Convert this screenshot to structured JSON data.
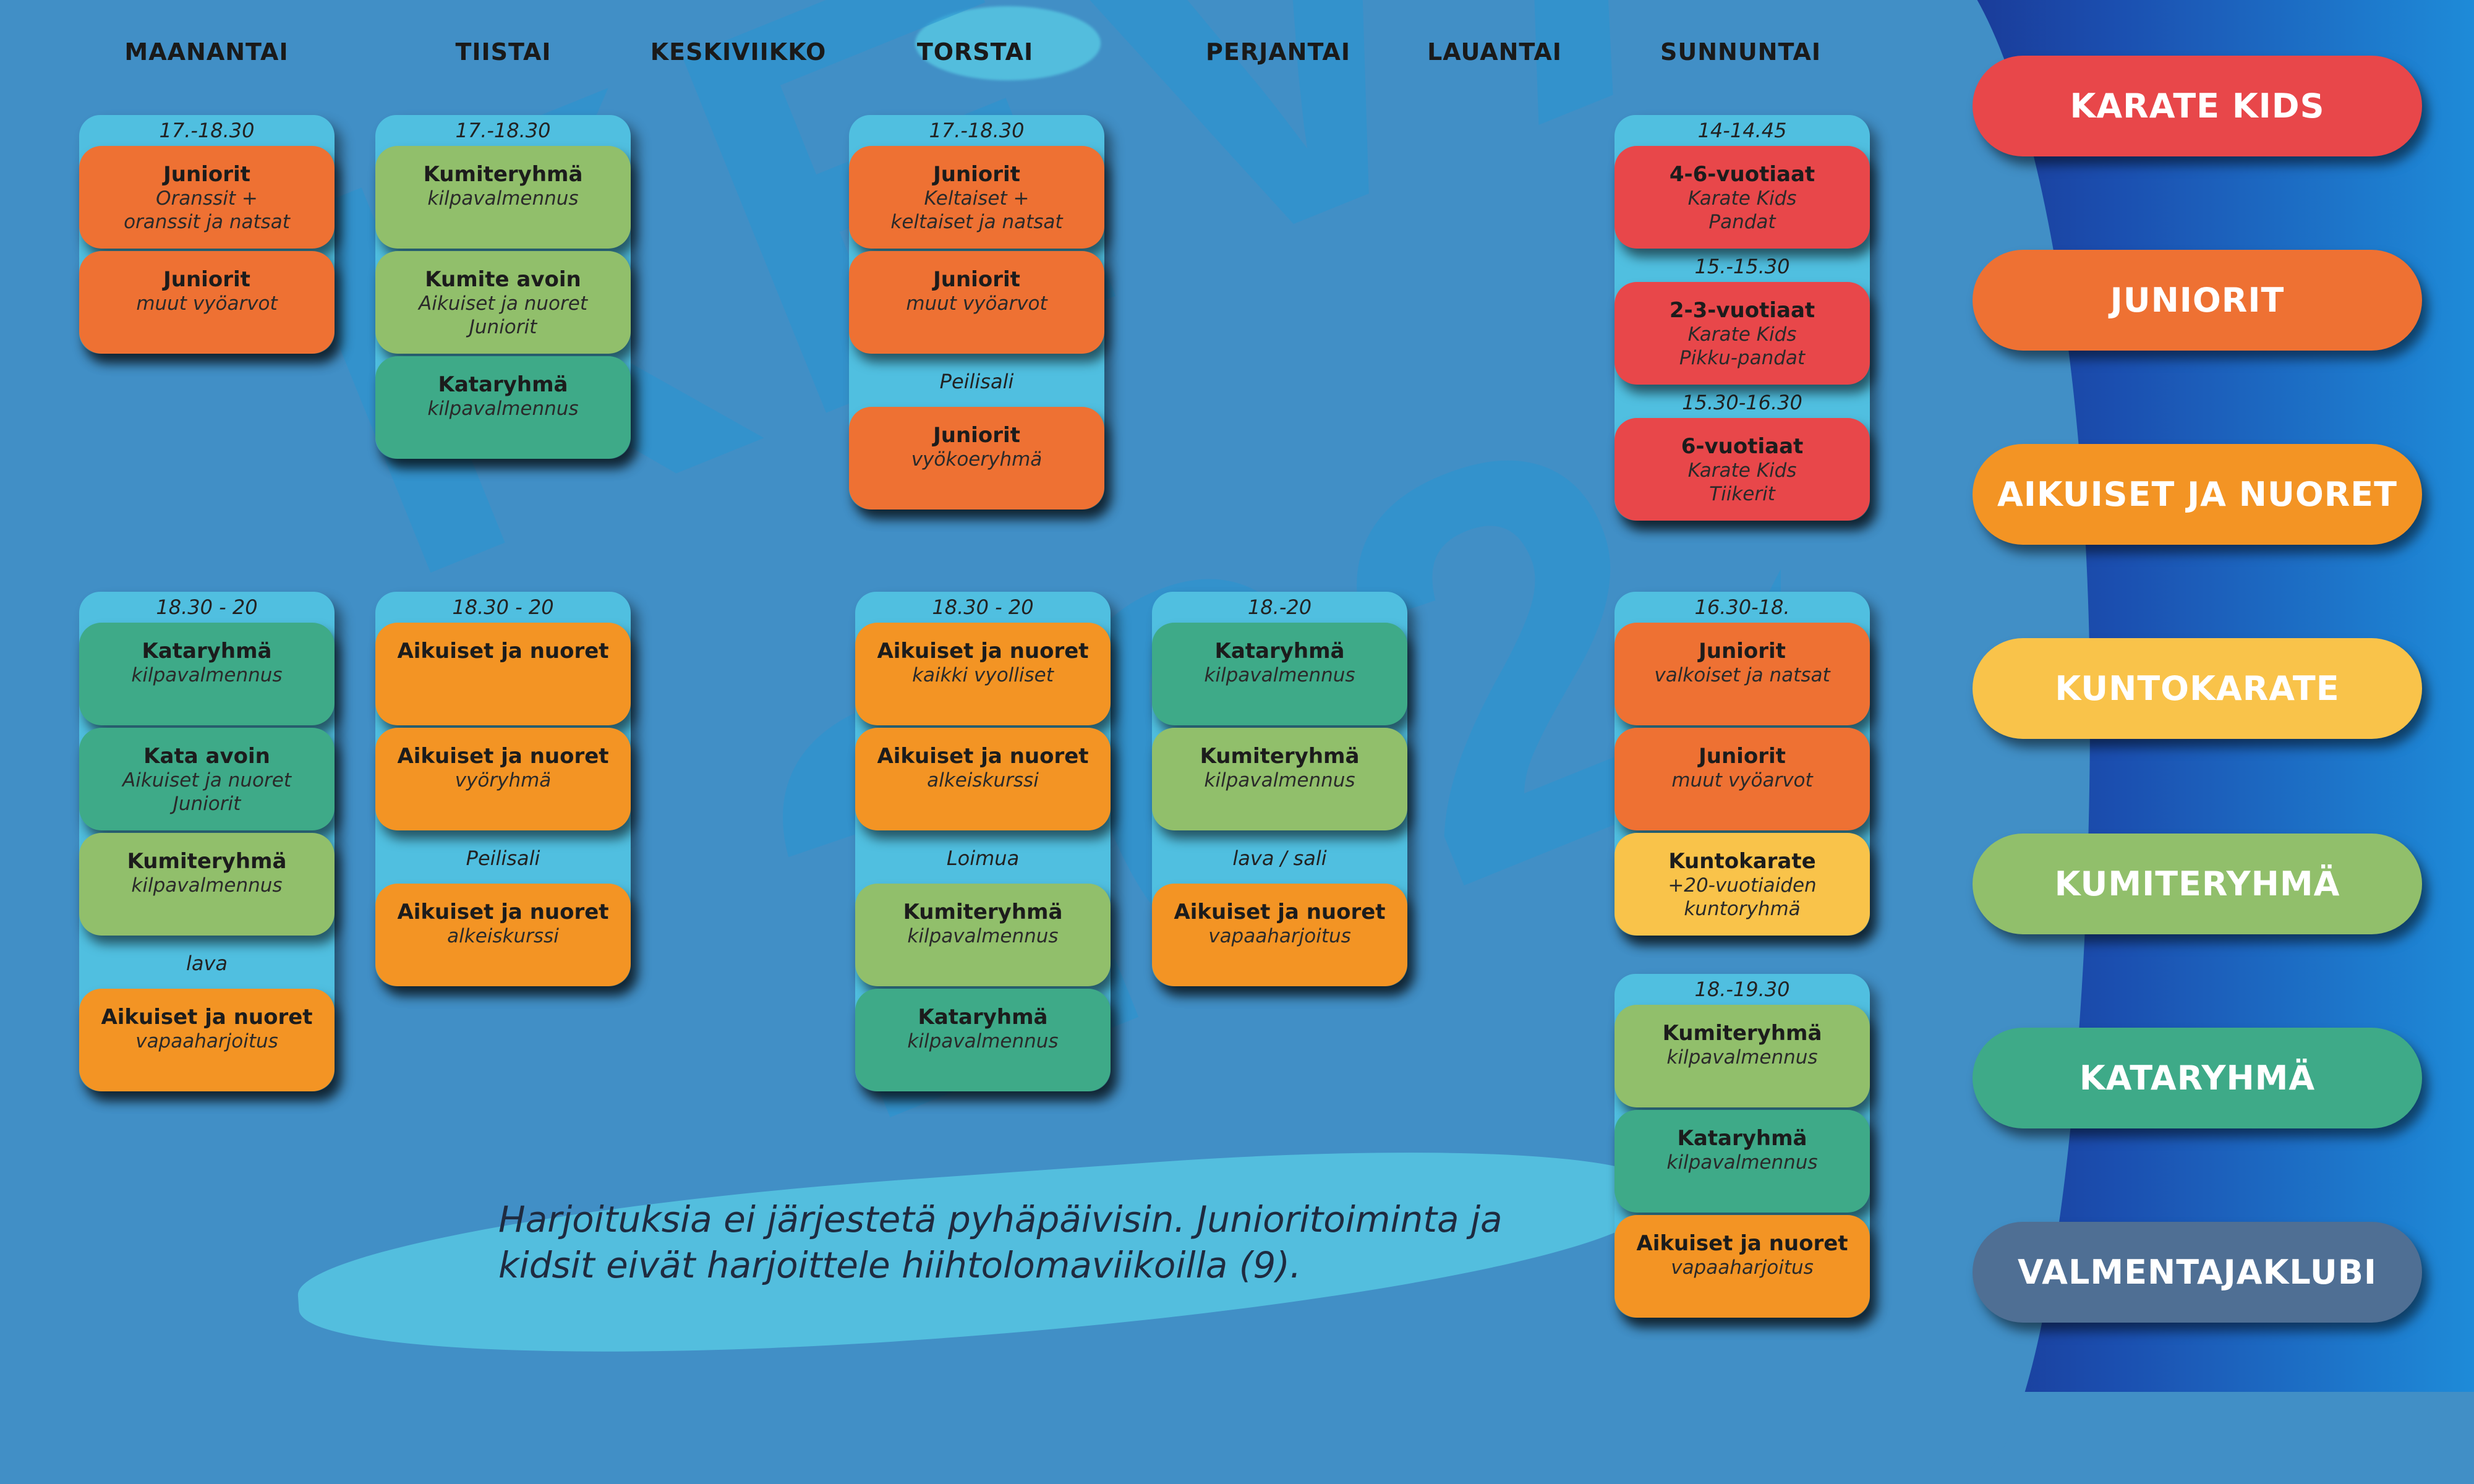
{
  "watermark": {
    "season": "KEVÄT",
    "year": "2022"
  },
  "days": [
    "MAANANTAI",
    "TIISTAI",
    "KESKIVIIKKO",
    "TORSTAI",
    "PERJANTAI",
    "LAUANTAI",
    "SUNNUNTAI"
  ],
  "colors": {
    "kids": "#e8474a",
    "juniorit": "#ee7133",
    "aikuiset": "#f39424",
    "kunto": "#f9c34a",
    "kumite": "#91bf6b",
    "kata": "#3eaa88",
    "valmentaja": "#4f6f94"
  },
  "blocks": [
    {
      "day": "MAANANTAI",
      "entries": [
        {
          "t": "time",
          "text": "17.-18.30"
        },
        {
          "t": "card",
          "c": "juniorit",
          "title": "Juniorit",
          "sub": [
            "Oranssit +",
            "oranssit ja natsat"
          ]
        },
        {
          "t": "card",
          "c": "juniorit",
          "title": "Juniorit",
          "sub": [
            "muut vyöarvot"
          ]
        }
      ]
    },
    {
      "day": "TIISTAI",
      "entries": [
        {
          "t": "time",
          "text": "17.-18.30"
        },
        {
          "t": "card",
          "c": "kumite",
          "title": "Kumiteryhmä",
          "sub": [
            "kilpavalmennus"
          ]
        },
        {
          "t": "card",
          "c": "kumite",
          "title": "Kumite avoin",
          "sub": [
            "Aikuiset ja nuoret",
            "Juniorit"
          ]
        },
        {
          "t": "card",
          "c": "kata",
          "title": "Kataryhmä",
          "sub": [
            "kilpavalmennus"
          ]
        }
      ]
    },
    {
      "day": "TORSTAI",
      "entries": [
        {
          "t": "time",
          "text": "17.-18.30"
        },
        {
          "t": "card",
          "c": "juniorit",
          "title": "Juniorit",
          "sub": [
            "Keltaiset +",
            "keltaiset ja natsat"
          ]
        },
        {
          "t": "card",
          "c": "juniorit",
          "title": "Juniorit",
          "sub": [
            "muut vyöarvot"
          ]
        },
        {
          "t": "loc",
          "text": "Peilisali"
        },
        {
          "t": "card",
          "c": "juniorit",
          "title": "Juniorit",
          "sub": [
            "vyökoeryhmä"
          ]
        }
      ]
    },
    {
      "day": "SUNNUNTAI",
      "entries": [
        {
          "t": "time",
          "text": "14-14.45"
        },
        {
          "t": "card",
          "c": "kids",
          "title": "4-6-vuotiaat",
          "sub": [
            "Karate Kids",
            "Pandat"
          ]
        },
        {
          "t": "time",
          "text": "15.-15.30"
        },
        {
          "t": "card",
          "c": "kids",
          "title": "2-3-vuotiaat",
          "sub": [
            "Karate Kids",
            "Pikku-pandat"
          ]
        },
        {
          "t": "time",
          "text": "15.30-16.30"
        },
        {
          "t": "card",
          "c": "kids",
          "title": "6-vuotiaat",
          "sub": [
            "Karate Kids",
            "Tiikerit"
          ]
        }
      ]
    },
    {
      "day": "MAANANTAI",
      "entries": [
        {
          "t": "time",
          "text": "18.30 - 20"
        },
        {
          "t": "card",
          "c": "kata",
          "title": "Kataryhmä",
          "sub": [
            "kilpavalmennus"
          ]
        },
        {
          "t": "card",
          "c": "kata",
          "title": "Kata avoin",
          "sub": [
            "Aikuiset ja nuoret",
            "Juniorit"
          ]
        },
        {
          "t": "card",
          "c": "kumite",
          "title": "Kumiteryhmä",
          "sub": [
            "kilpavalmennus"
          ]
        },
        {
          "t": "loc",
          "text": "lava"
        },
        {
          "t": "card",
          "c": "aikuiset",
          "title": "Aikuiset ja nuoret",
          "sub": [
            "vapaaharjoitus"
          ]
        }
      ]
    },
    {
      "day": "TIISTAI",
      "entries": [
        {
          "t": "time",
          "text": "18.30 - 20"
        },
        {
          "t": "card",
          "c": "aikuiset",
          "title": "Aikuiset ja nuoret",
          "sub": []
        },
        {
          "t": "card",
          "c": "aikuiset",
          "title": "Aikuiset ja nuoret",
          "sub": [
            "vyöryhmä"
          ]
        },
        {
          "t": "loc",
          "text": "Peilisali"
        },
        {
          "t": "card",
          "c": "aikuiset",
          "title": "Aikuiset ja nuoret",
          "sub": [
            "alkeiskurssi"
          ]
        }
      ]
    },
    {
      "day": "TORSTAI",
      "entries": [
        {
          "t": "time",
          "text": "18.30 - 20"
        },
        {
          "t": "card",
          "c": "aikuiset",
          "title": "Aikuiset ja nuoret",
          "sub": [
            "kaikki vyolliset"
          ]
        },
        {
          "t": "card",
          "c": "aikuiset",
          "title": "Aikuiset ja nuoret",
          "sub": [
            "alkeiskurssi"
          ]
        },
        {
          "t": "loc",
          "text": "Loimua"
        },
        {
          "t": "card",
          "c": "kumite",
          "title": "Kumiteryhmä",
          "sub": [
            "kilpavalmennus"
          ]
        },
        {
          "t": "card",
          "c": "kata",
          "title": "Kataryhmä",
          "sub": [
            "kilpavalmennus"
          ]
        }
      ]
    },
    {
      "day": "PERJANTAI",
      "entries": [
        {
          "t": "time",
          "text": "18.-20"
        },
        {
          "t": "card",
          "c": "kata",
          "title": "Kataryhmä",
          "sub": [
            "kilpavalmennus"
          ]
        },
        {
          "t": "card",
          "c": "kumite",
          "title": "Kumiteryhmä",
          "sub": [
            "kilpavalmennus"
          ]
        },
        {
          "t": "loc",
          "text": "lava / sali"
        },
        {
          "t": "card",
          "c": "aikuiset",
          "title": "Aikuiset ja nuoret",
          "sub": [
            "vapaaharjoitus"
          ]
        }
      ]
    },
    {
      "day": "SUNNUNTAI",
      "entries": [
        {
          "t": "time",
          "text": "16.30-18."
        },
        {
          "t": "card",
          "c": "juniorit",
          "title": "Juniorit",
          "sub": [
            "valkoiset ja natsat"
          ]
        },
        {
          "t": "card",
          "c": "juniorit",
          "title": "Juniorit",
          "sub": [
            "muut vyöarvot"
          ]
        },
        {
          "t": "card",
          "c": "kunto",
          "title": "Kuntokarate",
          "sub": [
            "+20-vuotiaiden",
            "kuntoryhmä"
          ]
        }
      ]
    },
    {
      "day": "SUNNUNTAI",
      "entries": [
        {
          "t": "time",
          "text": "18.-19.30"
        },
        {
          "t": "card",
          "c": "kumite",
          "title": "Kumiteryhmä",
          "sub": [
            "kilpavalmennus"
          ]
        },
        {
          "t": "card",
          "c": "kata",
          "title": "Kataryhmä",
          "sub": [
            "kilpavalmennus"
          ]
        },
        {
          "t": "card",
          "c": "aikuiset",
          "title": "Aikuiset ja nuoret",
          "sub": [
            "vapaaharjoitus"
          ]
        }
      ]
    }
  ],
  "legend": [
    {
      "label": "KARATE KIDS",
      "c": "kids"
    },
    {
      "label": "JUNIORIT",
      "c": "juniorit"
    },
    {
      "label": "AIKUISET JA NUORET",
      "c": "aikuiset"
    },
    {
      "label": "KUNTOKARATE",
      "c": "kunto"
    },
    {
      "label": "KUMITERYHMÄ",
      "c": "kumite"
    },
    {
      "label": "KATARYHMÄ",
      "c": "kata"
    },
    {
      "label": "VALMENTAJAKLUBI",
      "c": "valmentaja"
    }
  ],
  "note": [
    "Harjoituksia ei järjestetä pyhäpäivisin. Junioritoiminta ja",
    "kidsit eivät harjoittele hiihtolomaviikoilla (9)."
  ]
}
